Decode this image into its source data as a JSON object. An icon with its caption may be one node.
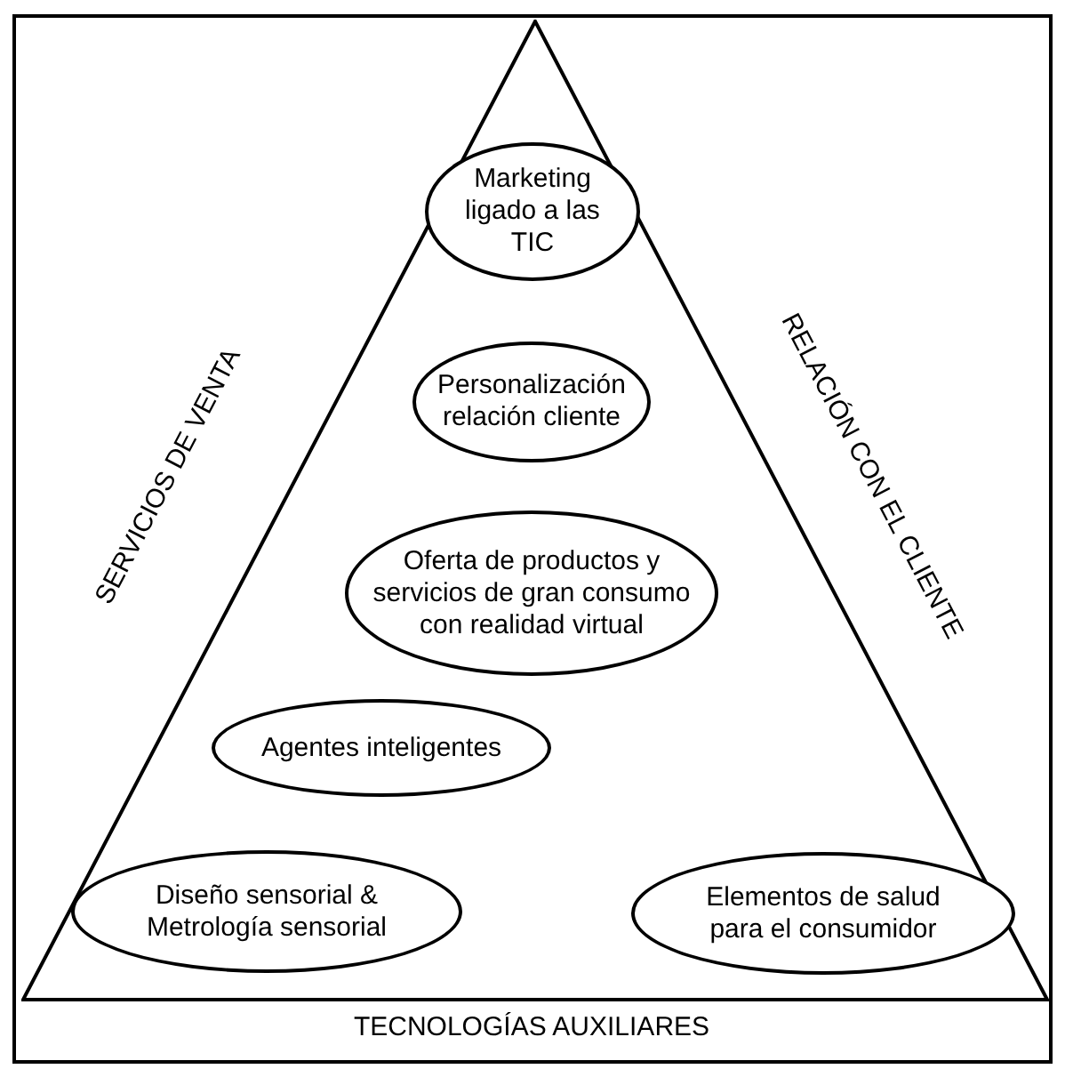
{
  "diagram": {
    "nodes": [
      {
        "text": [],
        "shape": "triangle"
      },
      {
        "text": [
          "Marketing ligado a las TIC"
        ],
        "in": 0
      },
      {
        "text": [
          "Personalización relación cliente"
        ],
        "in": 0
      },
      {
        "text": [
          "Oferta de productos y servicios de gran consumo con realidad virtual"
        ],
        "in": 0
      },
      {
        "text": [
          "Agentes inteligentes"
        ],
        "in": 0
      },
      {
        "text": [
          "Diseño sensorial & Metrología sensorial"
        ],
        "in": 0
      },
      {
        "text": [
          "Elementos de salud para el consumidor"
        ],
        "in": 0
      }
    ],
    "labels": [
      "SERVICIOS DE VENTA",
      "RELACIÓN CON EL CLIENTE",
      "TECNOLOGÍAS AUXILIARES"
    ]
  }
}
